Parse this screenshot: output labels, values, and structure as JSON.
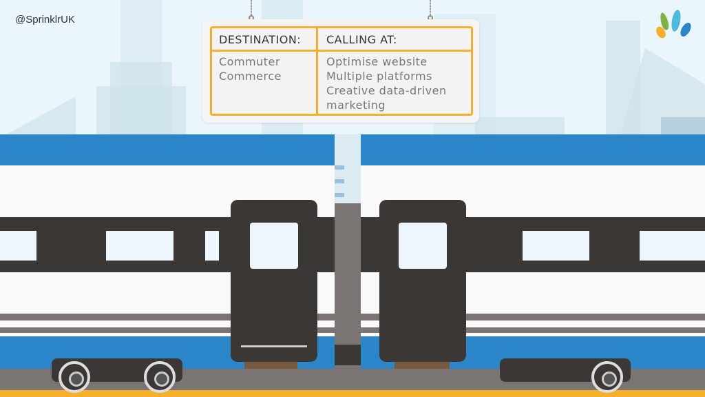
{
  "brand": {
    "handle": "@SprinklrUK",
    "logo_colors": [
      "#7cb342",
      "#f6ae2d",
      "#4fb8e0",
      "#2a86c8"
    ]
  },
  "sign": {
    "destination_header": "DESTINATION:",
    "calling_header": "CALLING AT:",
    "destination_lines": [
      "Commuter",
      "Commerce"
    ],
    "calling_lines": [
      "Optimise website",
      "Multiple platforms",
      "Creative data-driven",
      "marketing"
    ]
  },
  "colors": {
    "train_blue": "#2a86c8",
    "door": "#3a3735",
    "accent_orange": "#f6ae2d"
  }
}
